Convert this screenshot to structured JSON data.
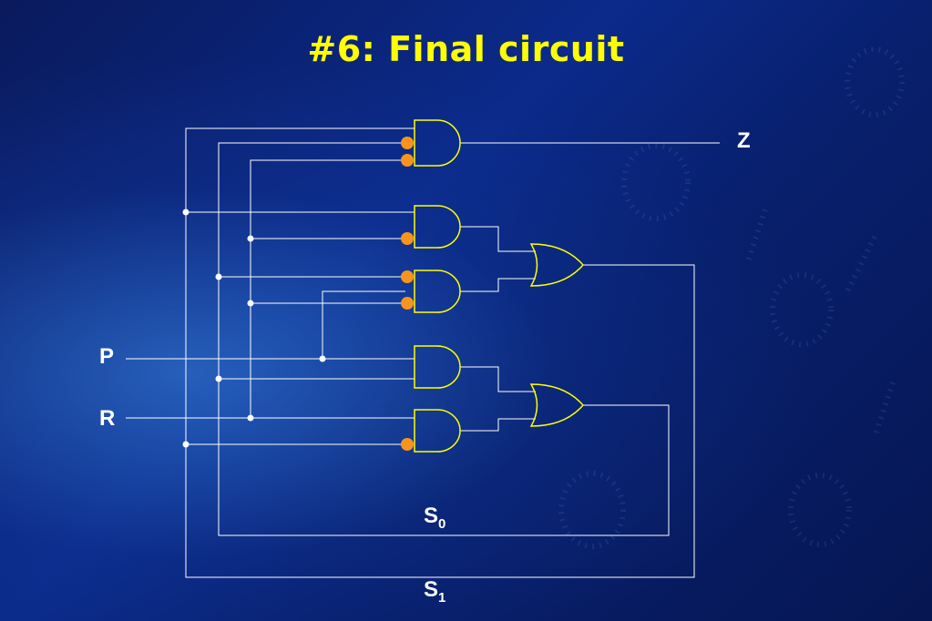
{
  "title": "#6: Final circuit",
  "labels": {
    "output": "Z",
    "input_p": "P",
    "input_r": "R",
    "select0_base": "S",
    "select0_sub": "0",
    "select1_base": "S",
    "select1_sub": "1"
  },
  "colors": {
    "title": "#ffff00",
    "wire": "#ffffff",
    "gate_outline": "#ffff00",
    "inversion_bubble": "#f7941d"
  }
}
